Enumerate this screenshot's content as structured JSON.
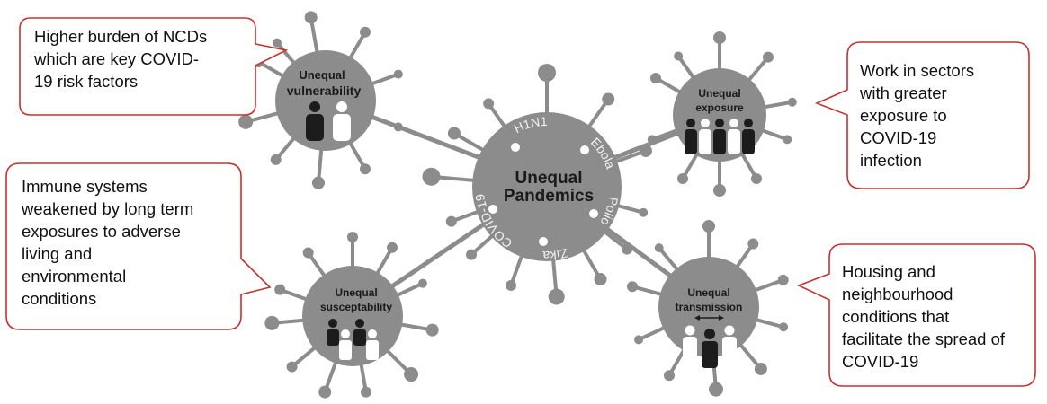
{
  "center": {
    "line1": "Unequal",
    "line2": "Pandemics",
    "ring": [
      "Ebola",
      "Polio",
      "Zika",
      "COVID-19",
      "H1N1"
    ]
  },
  "nodes": {
    "vulnerability": {
      "line1": "Unequal",
      "line2": "vulnerability"
    },
    "exposure": {
      "line1": "Unequal",
      "line2": "exposure"
    },
    "susceptability": {
      "line1": "Unequal",
      "line2": "susceptability"
    },
    "transmission": {
      "line1": "Unequal",
      "line2": "transmission"
    }
  },
  "callouts": {
    "vulnerability": [
      "Higher burden of NCDs",
      "which are key COVID-",
      "19 risk factors"
    ],
    "exposure": [
      "Work in sectors",
      "with greater",
      "exposure to",
      "COVID-19",
      "infection"
    ],
    "susceptability": [
      "Immune systems",
      "weakened by long term",
      "exposures to adverse",
      "living and",
      "environmental",
      "conditions"
    ],
    "transmission": [
      "Housing and",
      "neighbourhood",
      "conditions that",
      "facilitate the spread of",
      "COVID-19"
    ]
  },
  "colors": {
    "virus": "#8c8c8c",
    "callout_border": "#c4332f",
    "dark_person": "#1c1c1c",
    "light_person": "#ffffff"
  },
  "icons": {
    "person": "person-icon",
    "arrow": "double-arrow-icon"
  }
}
